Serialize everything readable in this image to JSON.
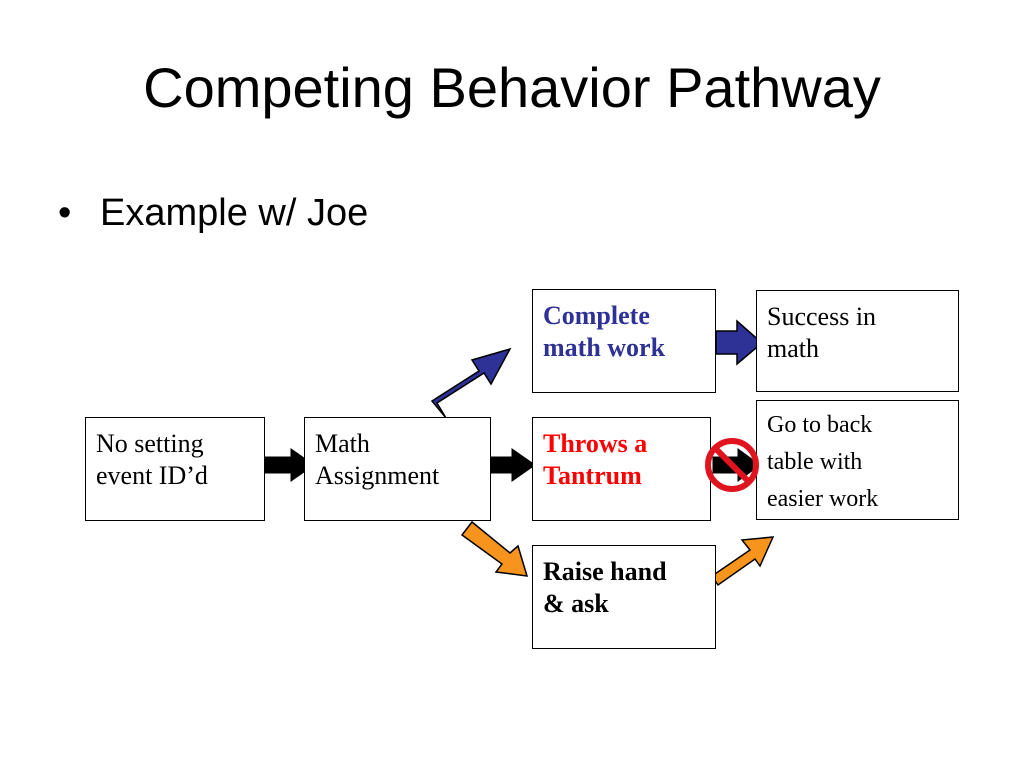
{
  "title": "Competing Behavior Pathway",
  "bullets": [
    {
      "marker": "•",
      "text": "Example w/ Joe"
    }
  ],
  "diagram": {
    "boxes": {
      "setting_event": {
        "lines": [
          "No setting",
          "event ID’d"
        ]
      },
      "antecedent": {
        "lines": [
          "Math",
          "Assignment"
        ]
      },
      "desired_behavior": {
        "lines": [
          "Complete",
          "math work"
        ],
        "color": "#2e3196"
      },
      "problem_behavior": {
        "lines": [
          "Throws a",
          "Tantrum"
        ],
        "color": "#ff0000"
      },
      "replacement_behavior": {
        "lines": [
          "Raise hand",
          "& ask"
        ],
        "color": "#000000"
      },
      "desired_consequence": {
        "lines": [
          "Success in",
          "math"
        ]
      },
      "maintaining_consequence": {
        "lines": [
          "Go to back",
          "table with",
          "easier work"
        ]
      }
    },
    "arrow_colors": {
      "main": "#000000",
      "desired": "#2e3196",
      "replacement": "#f7941d"
    },
    "prohibition_color": "#e0141e"
  }
}
